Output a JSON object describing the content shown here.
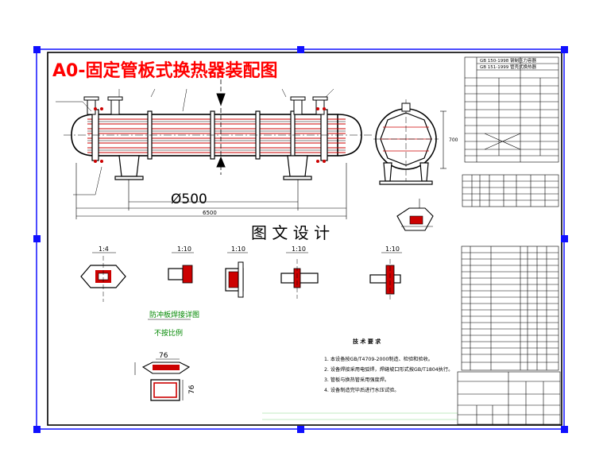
{
  "title": "A0-固定管板式换热器装配图",
  "watermark": "图 文 设 计",
  "standards": {
    "line1": "GB 150-1998 钢制压力容器",
    "line2": "GB 151-1999 管壳式换热器"
  },
  "dims": {
    "diameter": "Ø500",
    "overall_length": "6500",
    "height": "700",
    "detail_scales": [
      "1:4",
      "1:10",
      "1:10",
      "1:10",
      "1:10"
    ],
    "gasket_width": "76",
    "gasket_height": "76"
  },
  "detail_captions": {
    "anti_rotation": "防冲板焊接详图",
    "note_small": "不按比例"
  },
  "tech_requirements": {
    "heading": "技 术 要 求",
    "items": [
      "1. 本设备按GB/T4709-2000制造、检验和验收。",
      "2. 设备焊接采用电弧焊，焊缝坡口形式按GB/T1804执行。",
      "3. 管板与换热管采用强度焊。",
      "4. 设备制造完毕后进行水压试验。"
    ]
  },
  "colors": {
    "frame": "#000000",
    "title_red": "#ff0000",
    "hatch_red": "#cc0000",
    "corner_blue": "#1010ff",
    "grid": "#00aa00"
  }
}
